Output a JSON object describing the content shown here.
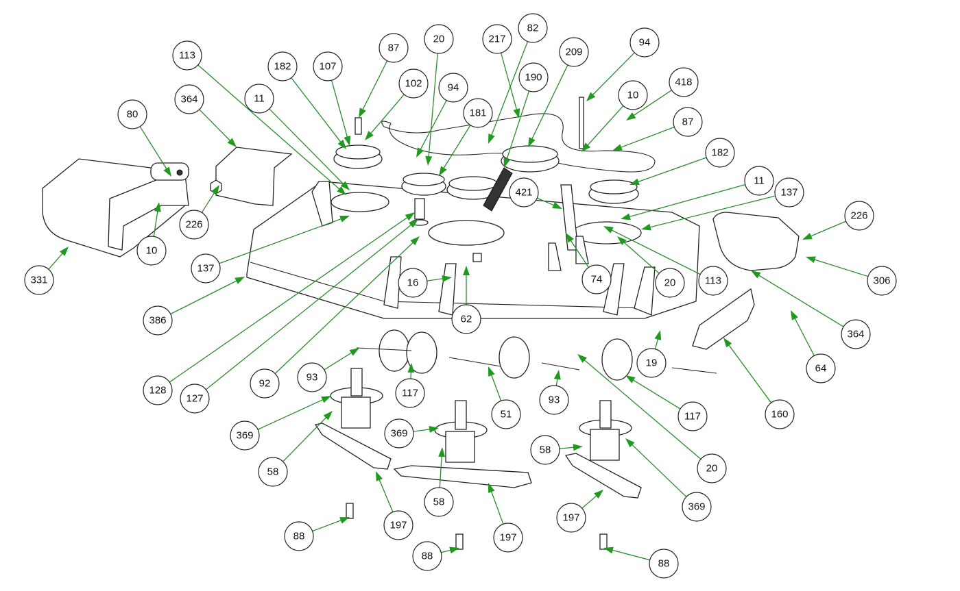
{
  "diagram": {
    "type": "exploded parts diagram",
    "leader_color": "#2a8a2a",
    "callouts": [
      {
        "label": "80"
      },
      {
        "label": "364"
      },
      {
        "label": "113"
      },
      {
        "label": "182"
      },
      {
        "label": "107"
      },
      {
        "label": "87"
      },
      {
        "label": "102"
      },
      {
        "label": "20"
      },
      {
        "label": "94"
      },
      {
        "label": "217"
      },
      {
        "label": "82"
      },
      {
        "label": "190"
      },
      {
        "label": "209"
      },
      {
        "label": "94"
      },
      {
        "label": "10"
      },
      {
        "label": "418"
      },
      {
        "label": "87"
      },
      {
        "label": "182"
      },
      {
        "label": "11"
      },
      {
        "label": "137"
      },
      {
        "label": "226"
      },
      {
        "label": "306"
      },
      {
        "label": "364"
      },
      {
        "label": "113"
      },
      {
        "label": "20"
      },
      {
        "label": "74"
      },
      {
        "label": "421"
      },
      {
        "label": "11"
      },
      {
        "label": "181"
      },
      {
        "label": "10"
      },
      {
        "label": "331"
      },
      {
        "label": "226"
      },
      {
        "label": "137"
      },
      {
        "label": "386"
      },
      {
        "label": "128"
      },
      {
        "label": "127"
      },
      {
        "label": "92"
      },
      {
        "label": "16"
      },
      {
        "label": "62"
      },
      {
        "label": "93"
      },
      {
        "label": "117"
      },
      {
        "label": "51"
      },
      {
        "label": "93"
      },
      {
        "label": "20"
      },
      {
        "label": "117"
      },
      {
        "label": "19"
      },
      {
        "label": "160"
      },
      {
        "label": "64"
      },
      {
        "label": "369"
      },
      {
        "label": "58"
      },
      {
        "label": "197"
      },
      {
        "label": "369"
      },
      {
        "label": "58"
      },
      {
        "label": "197"
      },
      {
        "label": "88"
      },
      {
        "label": "88"
      },
      {
        "label": "58"
      },
      {
        "label": "369"
      },
      {
        "label": "197"
      },
      {
        "label": "88"
      }
    ]
  }
}
